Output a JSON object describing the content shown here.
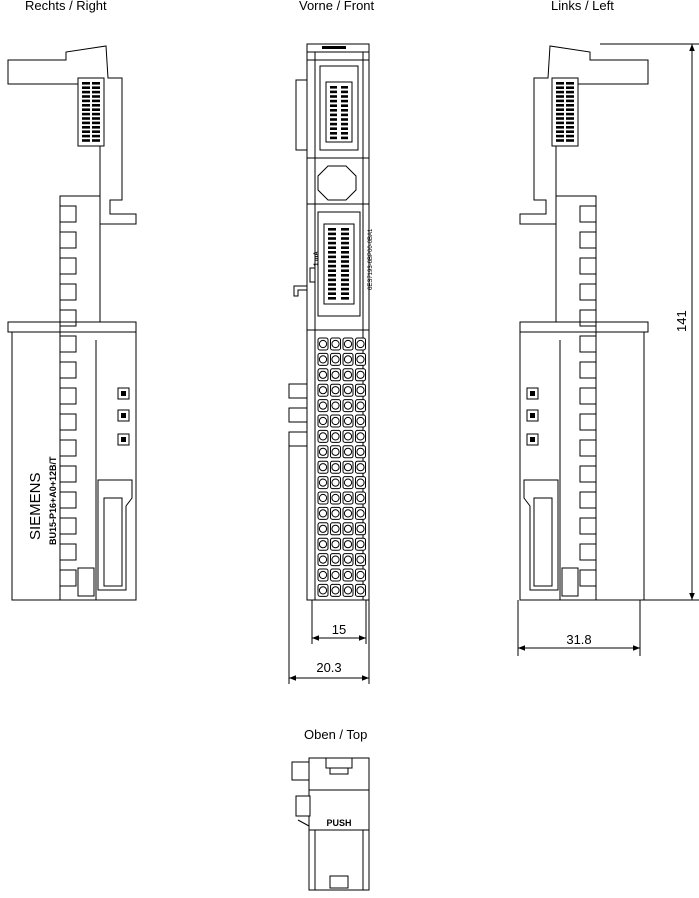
{
  "views": {
    "right": "Rechts / Right",
    "front": "Vorne / Front",
    "left": "Links / Left",
    "top": "Oben / Top"
  },
  "dimensions": {
    "height": "141",
    "front_inner_width": "15",
    "front_outer_width": "20.3",
    "depth": "31.8"
  },
  "labels": {
    "brand": "SIEMENS",
    "product_code": "BU15-P16+A0+12B/T",
    "push": "PUSH"
  }
}
